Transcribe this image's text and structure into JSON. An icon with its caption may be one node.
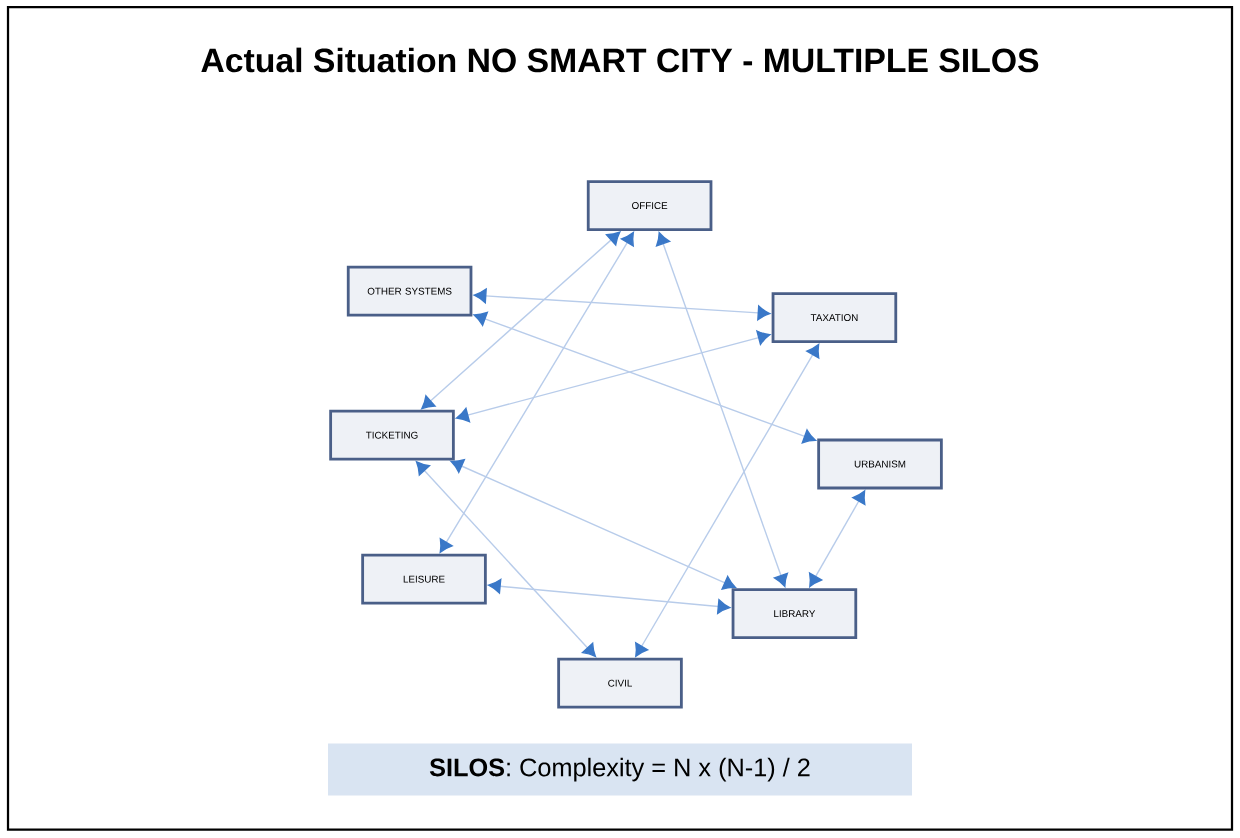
{
  "diagram": {
    "title": "Actual Situation NO SMART CITY - MULTIPLE SILOS",
    "nodes": [
      {
        "text": [
          "OFFICE"
        ]
      },
      {
        "text": [
          "OTHER SYSTEMS"
        ]
      },
      {
        "text": [
          "TAXATION"
        ]
      },
      {
        "text": [
          "TICKETING"
        ]
      },
      {
        "text": [
          "URBANISM"
        ]
      },
      {
        "text": [
          "LEISURE"
        ]
      },
      {
        "text": [
          "LIBRARY"
        ]
      },
      {
        "text": [
          "CIVIL"
        ]
      },
      {
        "text": [
          "**SILOS**:  Complexity =  N x (N-1) / 2"
        ]
      }
    ],
    "edges": [
      {
        "from": 0,
        "to": 5,
        "arrow": "both"
      },
      {
        "from": 0,
        "to": 6,
        "arrow": "both"
      },
      {
        "from": 0,
        "to": 3,
        "arrow": "both"
      },
      {
        "from": 2,
        "to": 1,
        "arrow": "both"
      },
      {
        "from": 1,
        "to": 4,
        "arrow": "both"
      },
      {
        "from": 3,
        "to": 2,
        "arrow": "both"
      },
      {
        "from": 3,
        "to": 6,
        "arrow": "both"
      },
      {
        "from": 3,
        "to": 7,
        "arrow": "both"
      },
      {
        "from": 2,
        "to": 7,
        "arrow": "both"
      },
      {
        "from": 4,
        "to": 6,
        "arrow": "both"
      },
      {
        "from": 6,
        "to": 5,
        "arrow": "both"
      }
    ]
  }
}
